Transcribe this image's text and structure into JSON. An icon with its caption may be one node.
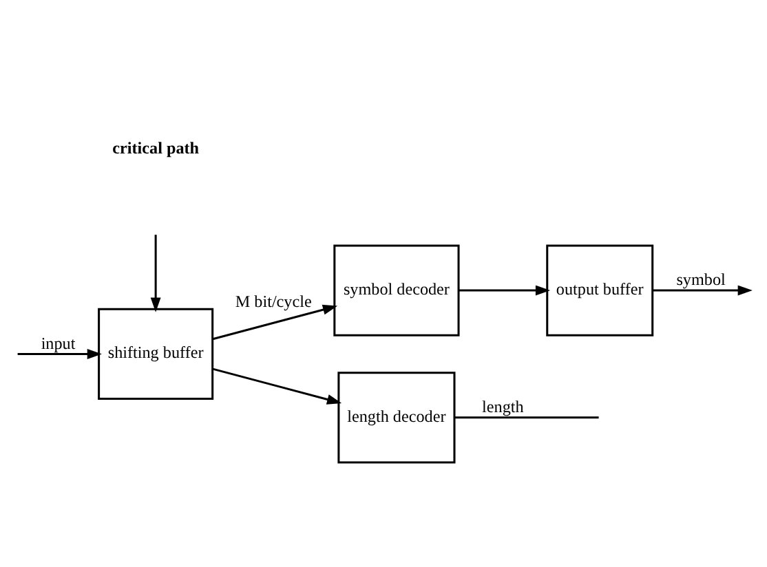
{
  "diagram": {
    "nodes": [
      {
        "text": [
          "shifting buffer"
        ]
      },
      {
        "text": [
          "symbol decoder"
        ]
      },
      {
        "text": [
          "output buffer"
        ]
      },
      {
        "text": [
          "length decoder"
        ]
      }
    ],
    "edges": [
      {
        "from": null,
        "to": 0,
        "arrow": "to",
        "label": "input"
      },
      {
        "from": 0,
        "to": 1,
        "arrow": "to",
        "label": "M bit/cycle"
      },
      {
        "from": 0,
        "to": 3,
        "arrow": "to"
      },
      {
        "from": 1,
        "to": 2,
        "arrow": "to"
      },
      {
        "from": 2,
        "to": null,
        "arrow": "to",
        "label": "symbol"
      },
      {
        "from": 3,
        "to": null,
        "arrow": "none",
        "label": "length"
      },
      {
        "from": null,
        "to": 0,
        "arrow": "to"
      }
    ],
    "labels": [
      "critical path"
    ]
  }
}
